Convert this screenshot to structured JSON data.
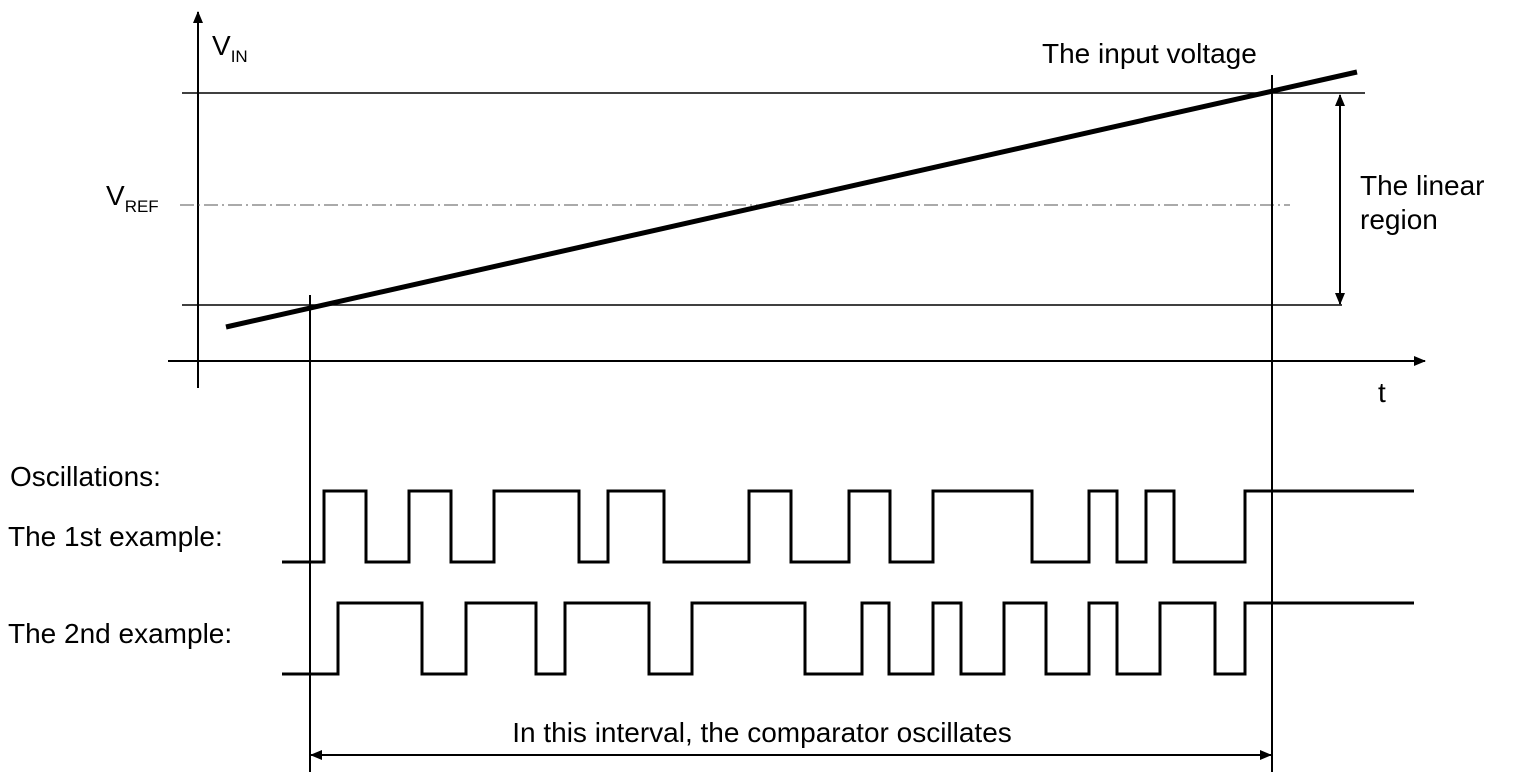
{
  "labels": {
    "vin_main": "V",
    "vin_sub": "IN",
    "vref_main": "V",
    "vref_sub": "REF",
    "t_axis": "t",
    "input_voltage": "The input voltage",
    "linear_region_line1": "The linear",
    "linear_region_line2": "region",
    "oscillations": "Oscillations:",
    "example1": "The 1st example:",
    "example2": "The 2nd example:",
    "interval": "In this interval, the comparator oscillates"
  },
  "waveforms": {
    "example1_edges": [
      324,
      366,
      409,
      451,
      494,
      579,
      608,
      664,
      749,
      791,
      849,
      890,
      933,
      1032,
      1089,
      1117,
      1146,
      1174,
      1245
    ],
    "example2_edges": [
      338,
      422,
      466,
      536,
      565,
      649,
      692,
      805,
      862,
      889,
      933,
      961,
      1004,
      1046,
      1089,
      1117,
      1160,
      1215,
      1245
    ]
  }
}
